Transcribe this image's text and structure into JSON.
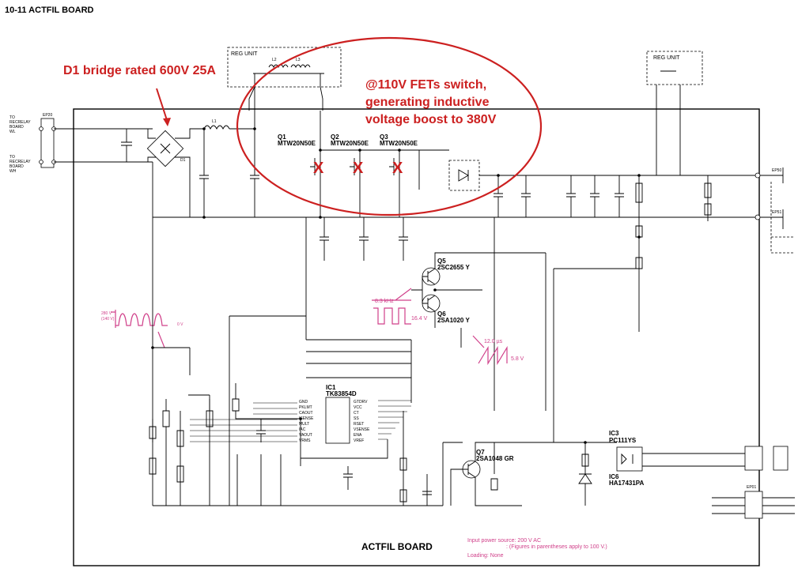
{
  "header": {
    "title": "10-11  ACTFIL BOARD"
  },
  "annotations": {
    "bridge_note": "D1 bridge rated 600V 25A",
    "fet_note": [
      "@110V FETs switch,",
      "generating inductive",
      "voltage boost to 380V"
    ],
    "fet_x_mark": "X"
  },
  "reg_units": {
    "left": "REG UNIT",
    "right": "REG UNIT"
  },
  "connectors": {
    "ep20": "EP20",
    "in_top": [
      "TO",
      "RECRELAY",
      "BOARD",
      "WL"
    ],
    "in_bottom": [
      "TO",
      "RECRELAY",
      "BOARD",
      "WH"
    ],
    "ep50": "EP50",
    "ep51": "EP51",
    "ep01": "EP01"
  },
  "components": {
    "d1": "D1",
    "l1": "L1",
    "l2": "L2",
    "l3": "L3",
    "q1": {
      "ref": "Q1",
      "part": "MTW20N50E"
    },
    "q2": {
      "ref": "Q2",
      "part": "MTW20N50E"
    },
    "q3": {
      "ref": "Q3",
      "part": "MTW20N50E"
    },
    "q5": {
      "ref": "Q5",
      "part": "2SC2655 Y"
    },
    "q6": {
      "ref": "Q6",
      "part": "2SA1020 Y"
    },
    "q7": {
      "ref": "Q7",
      "part": "2SA1048 GR"
    },
    "ic1": {
      "ref": "IC1",
      "part": "TK83854D"
    },
    "ic3": {
      "ref": "IC3",
      "part": "PC111YS"
    },
    "ic6": {
      "ref": "IC6",
      "part": "HA17431PA"
    }
  },
  "ic1_pins_left": [
    "GND",
    "PKLMT",
    "CAOUT",
    "ISENSE",
    "MULT",
    "IAC",
    "VAOUT",
    "VRMS"
  ],
  "ic1_pins_right": [
    "GTDRV",
    "VCC",
    "CT",
    "SS",
    "RSET",
    "VSENSE",
    "ENA",
    "VREF"
  ],
  "waveforms": {
    "input_v": [
      "280 V",
      "(140 V)"
    ],
    "input_zero": "0 V",
    "gate_freq": "8.3 kHz",
    "gate_v": "16.4 V",
    "ramp_t": "12.0 µs",
    "ramp_v": "5.8 V"
  },
  "footer": {
    "board_title": "ACTFIL BOARD",
    "power_source": "Input power source: 200 V AC",
    "figures_note": ": (Figures in parentheses apply to 100 V.)",
    "loading": "Loading: None"
  },
  "colors": {
    "annotation": "#cc2020",
    "waveform": "#d0408a"
  }
}
